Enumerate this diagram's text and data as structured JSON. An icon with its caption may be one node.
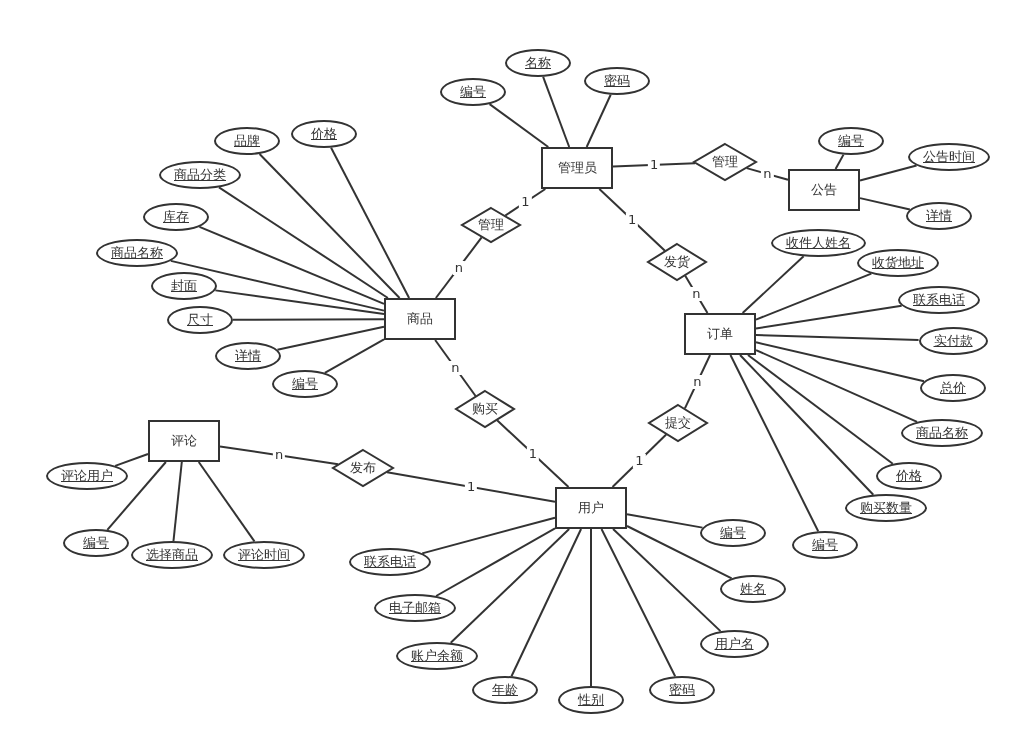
{
  "diagram": {
    "nodes": [
      {
        "text": [
          "管理员"
        ]
      },
      {
        "text": [
          "公告"
        ]
      },
      {
        "text": [
          "商品"
        ]
      },
      {
        "text": [
          "订单"
        ]
      },
      {
        "text": [
          "评论"
        ]
      },
      {
        "text": [
          "用户"
        ]
      },
      {
        "text": [
          "管理"
        ]
      },
      {
        "text": [
          "管理"
        ]
      },
      {
        "text": [
          "发货"
        ]
      },
      {
        "text": [
          "购买"
        ]
      },
      {
        "text": [
          "提交"
        ]
      },
      {
        "text": [
          "发布"
        ]
      },
      {
        "text": [
          "编号"
        ]
      },
      {
        "text": [
          "名称"
        ]
      },
      {
        "text": [
          "密码"
        ]
      },
      {
        "text": [
          "编号"
        ]
      },
      {
        "text": [
          "公告时间"
        ]
      },
      {
        "text": [
          "详情"
        ]
      },
      {
        "text": [
          "价格"
        ]
      },
      {
        "text": [
          "品牌"
        ]
      },
      {
        "text": [
          "商品分类"
        ]
      },
      {
        "text": [
          "库存"
        ]
      },
      {
        "text": [
          "商品名称"
        ]
      },
      {
        "text": [
          "封面"
        ]
      },
      {
        "text": [
          "尺寸"
        ]
      },
      {
        "text": [
          "详情"
        ]
      },
      {
        "text": [
          "编号"
        ]
      },
      {
        "text": [
          "收件人姓名"
        ]
      },
      {
        "text": [
          "收货地址"
        ]
      },
      {
        "text": [
          "联系电话"
        ]
      },
      {
        "text": [
          "实付款"
        ]
      },
      {
        "text": [
          "总价"
        ]
      },
      {
        "text": [
          "商品名称"
        ]
      },
      {
        "text": [
          "价格"
        ]
      },
      {
        "text": [
          "购买数量"
        ]
      },
      {
        "text": [
          "编号"
        ]
      },
      {
        "text": [
          "评论用户"
        ]
      },
      {
        "text": [
          "编号"
        ]
      },
      {
        "text": [
          "选择商品"
        ]
      },
      {
        "text": [
          "评论时间"
        ]
      },
      {
        "text": [
          "编号"
        ]
      },
      {
        "text": [
          "联系电话"
        ]
      },
      {
        "text": [
          "电子邮箱"
        ]
      },
      {
        "text": [
          "账户余额"
        ]
      },
      {
        "text": [
          "姓名"
        ]
      },
      {
        "text": [
          "用户名"
        ]
      },
      {
        "text": [
          "年龄"
        ]
      },
      {
        "text": [
          "性别"
        ]
      },
      {
        "text": [
          "密码"
        ]
      }
    ],
    "edges": [
      {
        "from": 0,
        "to": 6,
        "arrow": "none",
        "label": "1"
      },
      {
        "from": 6,
        "to": 1,
        "arrow": "none",
        "label": "n"
      },
      {
        "from": 0,
        "to": 7,
        "arrow": "none",
        "label": "1"
      },
      {
        "from": 7,
        "to": 2,
        "arrow": "none",
        "label": "n"
      },
      {
        "from": 0,
        "to": 8,
        "arrow": "none",
        "label": "1"
      },
      {
        "from": 8,
        "to": 3,
        "arrow": "none",
        "label": "n"
      },
      {
        "from": 2,
        "to": 9,
        "arrow": "none",
        "label": "n"
      },
      {
        "from": 9,
        "to": 5,
        "arrow": "none",
        "label": "1"
      },
      {
        "from": 5,
        "to": 10,
        "arrow": "none",
        "label": "1"
      },
      {
        "from": 10,
        "to": 3,
        "arrow": "none",
        "label": "n"
      },
      {
        "from": 4,
        "to": 11,
        "arrow": "none",
        "label": "n"
      },
      {
        "from": 11,
        "to": 5,
        "arrow": "none",
        "label": "1"
      },
      {
        "from": 12,
        "to": 0,
        "arrow": "none"
      },
      {
        "from": 13,
        "to": 0,
        "arrow": "none"
      },
      {
        "from": 14,
        "to": 0,
        "arrow": "none"
      },
      {
        "from": 15,
        "to": 1,
        "arrow": "none"
      },
      {
        "from": 16,
        "to": 1,
        "arrow": "none"
      },
      {
        "from": 17,
        "to": 1,
        "arrow": "none"
      },
      {
        "from": 18,
        "to": 2,
        "arrow": "none"
      },
      {
        "from": 19,
        "to": 2,
        "arrow": "none"
      },
      {
        "from": 20,
        "to": 2,
        "arrow": "none"
      },
      {
        "from": 21,
        "to": 2,
        "arrow": "none"
      },
      {
        "from": 22,
        "to": 2,
        "arrow": "none"
      },
      {
        "from": 23,
        "to": 2,
        "arrow": "none"
      },
      {
        "from": 24,
        "to": 2,
        "arrow": "none"
      },
      {
        "from": 25,
        "to": 2,
        "arrow": "none"
      },
      {
        "from": 26,
        "to": 2,
        "arrow": "none"
      },
      {
        "from": 27,
        "to": 3,
        "arrow": "none"
      },
      {
        "from": 28,
        "to": 3,
        "arrow": "none"
      },
      {
        "from": 29,
        "to": 3,
        "arrow": "none"
      },
      {
        "from": 30,
        "to": 3,
        "arrow": "none"
      },
      {
        "from": 31,
        "to": 3,
        "arrow": "none"
      },
      {
        "from": 32,
        "to": 3,
        "arrow": "none"
      },
      {
        "from": 33,
        "to": 3,
        "arrow": "none"
      },
      {
        "from": 34,
        "to": 3,
        "arrow": "none"
      },
      {
        "from": 35,
        "to": 3,
        "arrow": "none"
      },
      {
        "from": 36,
        "to": 4,
        "arrow": "none"
      },
      {
        "from": 37,
        "to": 4,
        "arrow": "none"
      },
      {
        "from": 38,
        "to": 4,
        "arrow": "none"
      },
      {
        "from": 39,
        "to": 4,
        "arrow": "none"
      },
      {
        "from": 40,
        "to": 5,
        "arrow": "none"
      },
      {
        "from": 41,
        "to": 5,
        "arrow": "none"
      },
      {
        "from": 42,
        "to": 5,
        "arrow": "none"
      },
      {
        "from": 43,
        "to": 5,
        "arrow": "none"
      },
      {
        "from": 44,
        "to": 5,
        "arrow": "none"
      },
      {
        "from": 45,
        "to": 5,
        "arrow": "none"
      },
      {
        "from": 46,
        "to": 5,
        "arrow": "none"
      },
      {
        "from": 47,
        "to": 5,
        "arrow": "none"
      },
      {
        "from": 48,
        "to": 5,
        "arrow": "none"
      }
    ]
  }
}
